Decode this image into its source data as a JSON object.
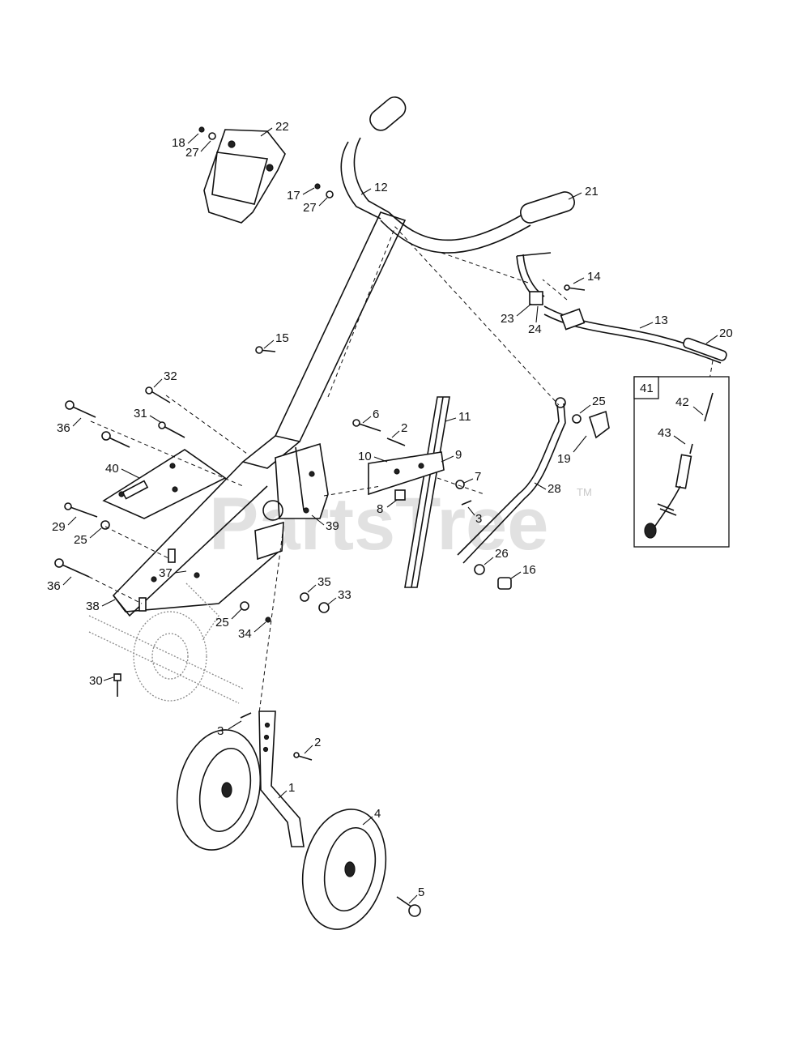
{
  "watermark": {
    "text": "PartsTree",
    "mark": "TM"
  },
  "inset": {
    "number": "41"
  },
  "callouts": [
    {
      "id": "22",
      "label": "22"
    },
    {
      "id": "18",
      "label": "18"
    },
    {
      "id": "27a",
      "label": "27"
    },
    {
      "id": "17",
      "label": "17"
    },
    {
      "id": "27b",
      "label": "27"
    },
    {
      "id": "12",
      "label": "12"
    },
    {
      "id": "21",
      "label": "21"
    },
    {
      "id": "14",
      "label": "14"
    },
    {
      "id": "23",
      "label": "23"
    },
    {
      "id": "24",
      "label": "24"
    },
    {
      "id": "13",
      "label": "13"
    },
    {
      "id": "20",
      "label": "20"
    },
    {
      "id": "15",
      "label": "15"
    },
    {
      "id": "32",
      "label": "32"
    },
    {
      "id": "36a",
      "label": "36"
    },
    {
      "id": "31",
      "label": "31"
    },
    {
      "id": "40",
      "label": "40"
    },
    {
      "id": "6",
      "label": "6"
    },
    {
      "id": "2a",
      "label": "2"
    },
    {
      "id": "11",
      "label": "11"
    },
    {
      "id": "10",
      "label": "10"
    },
    {
      "id": "9",
      "label": "9"
    },
    {
      "id": "7",
      "label": "7"
    },
    {
      "id": "8",
      "label": "8"
    },
    {
      "id": "3a",
      "label": "3"
    },
    {
      "id": "25a",
      "label": "25"
    },
    {
      "id": "19",
      "label": "19"
    },
    {
      "id": "28",
      "label": "28"
    },
    {
      "id": "29",
      "label": "29"
    },
    {
      "id": "25b",
      "label": "25"
    },
    {
      "id": "39",
      "label": "39"
    },
    {
      "id": "37",
      "label": "37"
    },
    {
      "id": "36b",
      "label": "36"
    },
    {
      "id": "38",
      "label": "38"
    },
    {
      "id": "35",
      "label": "35"
    },
    {
      "id": "33",
      "label": "33"
    },
    {
      "id": "25c",
      "label": "25"
    },
    {
      "id": "34",
      "label": "34"
    },
    {
      "id": "26",
      "label": "26"
    },
    {
      "id": "16",
      "label": "16"
    },
    {
      "id": "30",
      "label": "30"
    },
    {
      "id": "3b",
      "label": "3"
    },
    {
      "id": "2b",
      "label": "2"
    },
    {
      "id": "1",
      "label": "1"
    },
    {
      "id": "4",
      "label": "4"
    },
    {
      "id": "5",
      "label": "5"
    },
    {
      "id": "42",
      "label": "42"
    },
    {
      "id": "43",
      "label": "43"
    }
  ]
}
